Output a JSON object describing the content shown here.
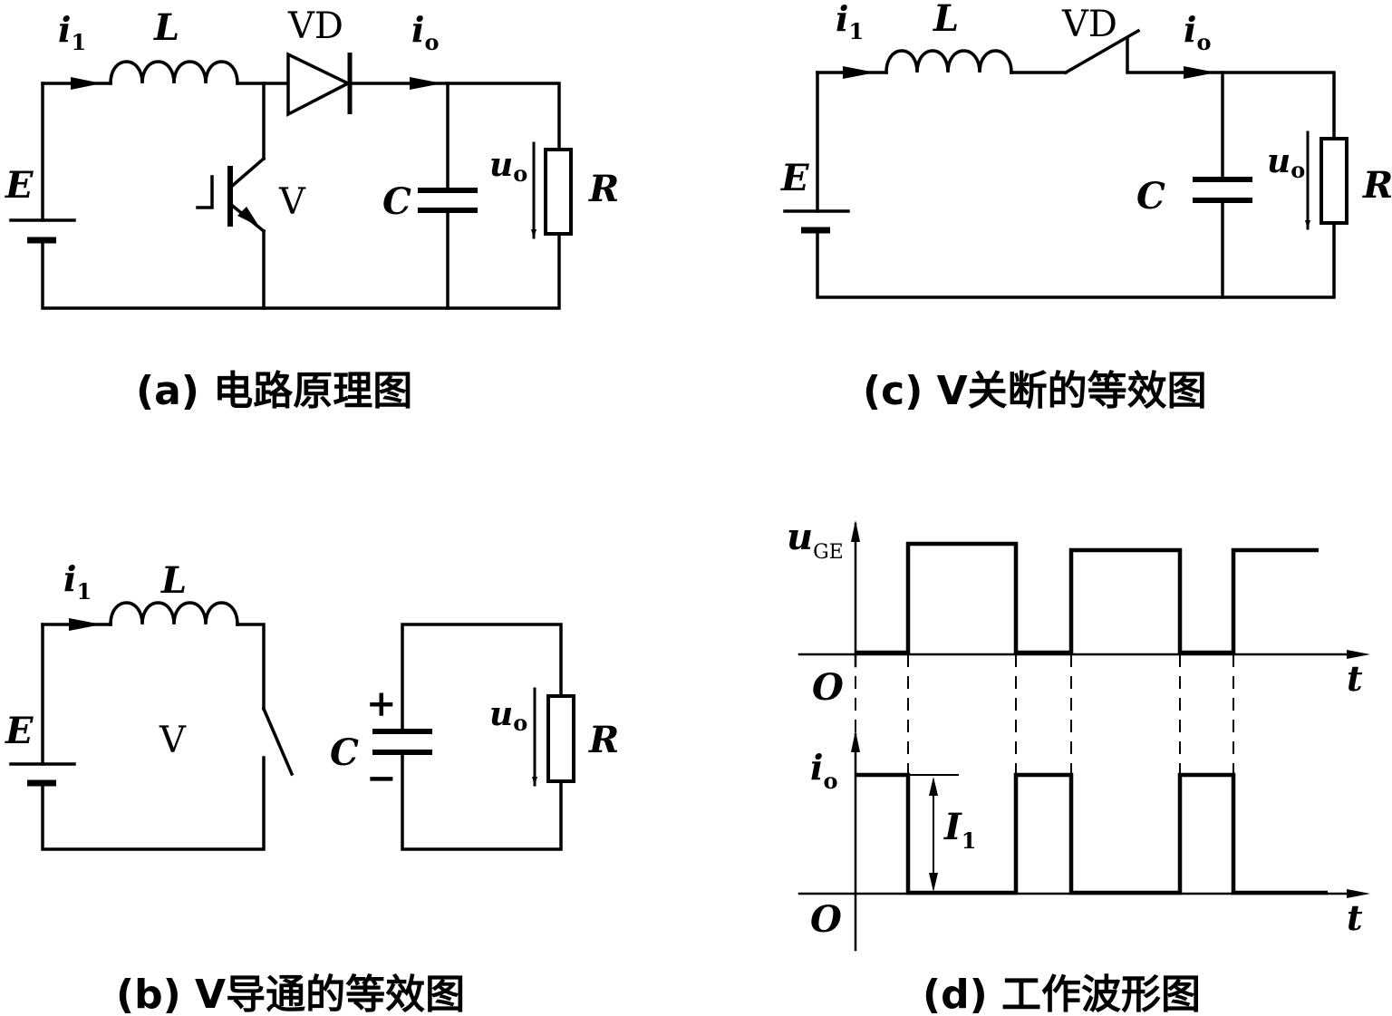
{
  "circuit_a": {
    "caption": "(a) 电路原理图",
    "i_in": "i",
    "i_in_sub": "1",
    "inductor": "L",
    "diode": "VD",
    "i_out": "i",
    "i_out_sub": "o",
    "source": "E",
    "switch": "V",
    "capacitor": "C",
    "u_out": "u",
    "u_out_sub": "o",
    "resistor": "R"
  },
  "circuit_b": {
    "caption": "(b) V导通的等效图",
    "i_in": "i",
    "i_in_sub": "1",
    "inductor": "L",
    "source": "E",
    "switch": "V",
    "plus": "+",
    "minus": "−",
    "capacitor": "C",
    "u_out": "u",
    "u_out_sub": "o",
    "resistor": "R"
  },
  "circuit_c": {
    "caption": "(c) V关断的等效图",
    "i_in": "i",
    "i_in_sub": "1",
    "inductor": "L",
    "diode": "VD",
    "i_out": "i",
    "i_out_sub": "o",
    "source": "E",
    "capacitor": "C",
    "u_out": "u",
    "u_out_sub": "o",
    "resistor": "R"
  },
  "waveform_d": {
    "caption": "(d) 工作波形图",
    "top_axis_label": "u",
    "top_axis_sub": "GE",
    "bottom_axis_label": "i",
    "bottom_axis_sub": "o",
    "origin": "O",
    "time": "t",
    "amplitude_label": "I",
    "amplitude_sub": "1"
  }
}
